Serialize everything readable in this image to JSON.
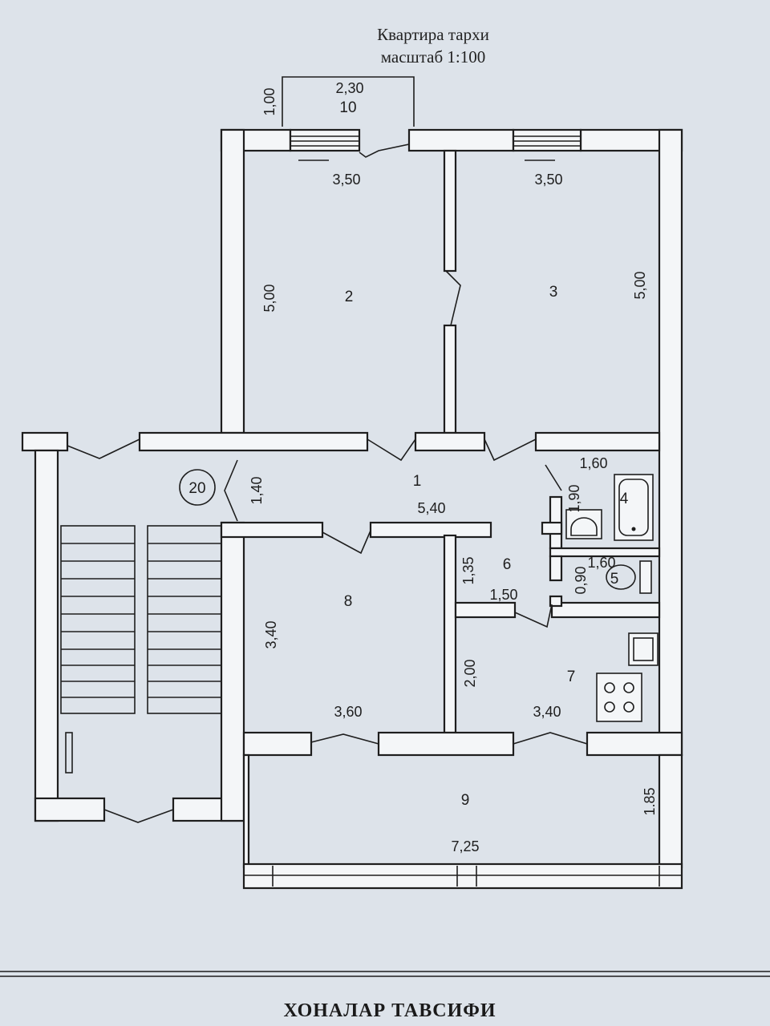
{
  "header": {
    "title": "Квартира тархи",
    "scale": "масштаб 1:100"
  },
  "footer": {
    "section_title": "ХОНАЛАР ТАВСИФИ"
  },
  "rooms": {
    "r1": "1",
    "r2": "2",
    "r3": "3",
    "r4": "4",
    "r5": "5",
    "r6": "6",
    "r7": "7",
    "r8": "8",
    "r9": "9",
    "r10": "10",
    "stair": "20"
  },
  "dimensions": {
    "balcony_width": "2,30",
    "balcony_depth": "1,00",
    "room2_width": "3,50",
    "room2_length": "5,00",
    "room3_width": "3,50",
    "room3_length": "5,00",
    "corridor_width": "1,40",
    "corridor_length": "5,40",
    "bath_width": "1,60",
    "bath_length": "1,90",
    "wc_width": "1,60",
    "wc_length": "0,90",
    "hall6_width": "1,50",
    "hall6_length": "1,35",
    "room8_length": "3,40",
    "room8_width": "3,60",
    "kitchen_length": "2,00",
    "kitchen_width": "3,40",
    "loggia_width": "7,25",
    "loggia_depth": "1.85"
  }
}
